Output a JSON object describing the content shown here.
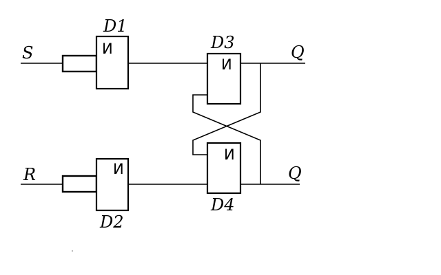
{
  "inputs": {
    "s": "S",
    "r": "R"
  },
  "outputs": {
    "q_top": "Q",
    "q_bottom": "Q"
  },
  "gates": {
    "d1": {
      "name": "D1",
      "symbol": "И"
    },
    "d2": {
      "name": "D2",
      "symbol": "И"
    },
    "d3": {
      "name": "D3",
      "symbol": "И"
    },
    "d4": {
      "name": "D4",
      "symbol": "И"
    }
  }
}
